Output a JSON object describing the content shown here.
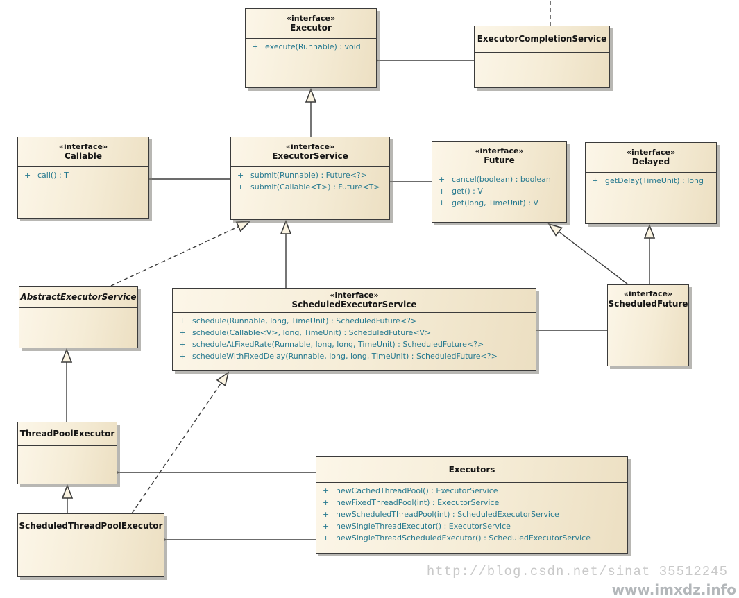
{
  "diagram": {
    "visibility_symbol": "+",
    "classes": [
      {
        "id": "executor",
        "stereotype": "«interface»",
        "name": "Executor",
        "abstract": false,
        "methods": [
          "execute(Runnable) : void"
        ]
      },
      {
        "id": "executor-completion-service",
        "stereotype": "",
        "name": "ExecutorCompletionService",
        "abstract": false,
        "methods": []
      },
      {
        "id": "callable",
        "stereotype": "«interface»",
        "name": "Callable",
        "abstract": false,
        "methods": [
          "call() : T"
        ]
      },
      {
        "id": "executor-service",
        "stereotype": "«interface»",
        "name": "ExecutorService",
        "abstract": false,
        "methods": [
          "submit(Runnable) : Future<?>",
          "submit(Callable<T>) : Future<T>"
        ]
      },
      {
        "id": "future",
        "stereotype": "«interface»",
        "name": "Future",
        "abstract": false,
        "methods": [
          "cancel(boolean) : boolean",
          "get() : V",
          "get(long, TimeUnit) : V"
        ]
      },
      {
        "id": "delayed",
        "stereotype": "«interface»",
        "name": "Delayed",
        "abstract": false,
        "methods": [
          "getDelay(TimeUnit) : long"
        ]
      },
      {
        "id": "abstract-executor-service",
        "stereotype": "",
        "name": "AbstractExecutorService",
        "abstract": true,
        "methods": []
      },
      {
        "id": "scheduled-executor-service",
        "stereotype": "«interface»",
        "name": "ScheduledExecutorService",
        "abstract": false,
        "methods": [
          "schedule(Runnable, long, TimeUnit) : ScheduledFuture<?>",
          "schedule(Callable<V>, long, TimeUnit) : ScheduledFuture<V>",
          "scheduleAtFixedRate(Runnable, long, long, TimeUnit) : ScheduledFuture<?>",
          "scheduleWithFixedDelay(Runnable, long, long, TimeUnit) : ScheduledFuture<?>"
        ]
      },
      {
        "id": "scheduled-future",
        "stereotype": "«interface»",
        "name": "ScheduledFuture",
        "abstract": false,
        "methods": []
      },
      {
        "id": "thread-pool-executor",
        "stereotype": "",
        "name": "ThreadPoolExecutor",
        "abstract": false,
        "methods": []
      },
      {
        "id": "scheduled-thread-pool-executor",
        "stereotype": "",
        "name": "ScheduledThreadPoolExecutor",
        "abstract": false,
        "methods": []
      },
      {
        "id": "executors",
        "stereotype": "",
        "name": "Executors",
        "abstract": false,
        "methods": [
          "newCachedThreadPool() : ExecutorService",
          "newFixedThreadPool(int) : ExecutorService",
          "newScheduledThreadPool(int) : ScheduledExecutorService",
          "newSingleThreadExecutor() : ExecutorService",
          "newSingleThreadScheduledExecutor() : ScheduledExecutorService"
        ]
      }
    ],
    "relationships": [
      {
        "from": "executor-service",
        "to": "executor",
        "type": "generalization"
      },
      {
        "from": "executor-completion-service",
        "to": "executor",
        "type": "association-arrow"
      },
      {
        "from": "executor-completion-service",
        "to": "off-canvas-top",
        "type": "dashed-link"
      },
      {
        "from": "callable",
        "to": "executor-service",
        "type": "association"
      },
      {
        "from": "executor-service",
        "to": "future",
        "type": "association"
      },
      {
        "from": "abstract-executor-service",
        "to": "executor-service",
        "type": "realization"
      },
      {
        "from": "scheduled-executor-service",
        "to": "executor-service",
        "type": "generalization"
      },
      {
        "from": "scheduled-future",
        "to": "future",
        "type": "generalization"
      },
      {
        "from": "scheduled-future",
        "to": "delayed",
        "type": "generalization"
      },
      {
        "from": "scheduled-executor-service",
        "to": "scheduled-future",
        "type": "association"
      },
      {
        "from": "thread-pool-executor",
        "to": "abstract-executor-service",
        "type": "generalization"
      },
      {
        "from": "scheduled-thread-pool-executor",
        "to": "thread-pool-executor",
        "type": "generalization"
      },
      {
        "from": "scheduled-thread-pool-executor",
        "to": "scheduled-executor-service",
        "type": "realization"
      },
      {
        "from": "executors",
        "to": "thread-pool-executor",
        "type": "association-arrow"
      },
      {
        "from": "executors",
        "to": "scheduled-thread-pool-executor",
        "type": "association-arrow"
      }
    ]
  },
  "colors": {
    "box_fill_light": "#fcf6e8",
    "box_fill_dark": "#ecdfc2",
    "box_border": "#3b3b3b",
    "method_text": "#26798f",
    "frame_border": "#8f8f8f",
    "watermark": "#c9c9c9"
  },
  "watermark": {
    "line1": "http://blog.csdn.net/sinat_35512245",
    "line2": "www.imxdz.info"
  }
}
